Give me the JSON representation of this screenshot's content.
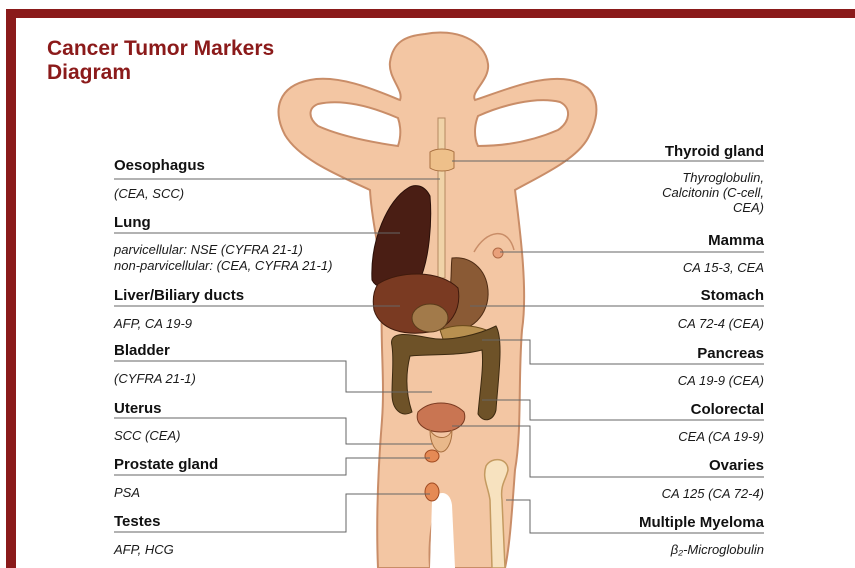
{
  "title": "Cancer Tumor Markers\nDiagram",
  "left_markers": [
    {
      "organ": "Oesophagus",
      "markers": [
        "(CEA, SCC)"
      ]
    },
    {
      "organ": "Lung",
      "markers": [
        "parvicellular: NSE (CYFRA 21-1)",
        "non-parvicellular: (CEA, CYFRA 21-1)"
      ]
    },
    {
      "organ": "Liver/Biliary ducts",
      "markers": [
        "AFP, CA 19-9"
      ]
    },
    {
      "organ": "Bladder",
      "markers": [
        "(CYFRA 21-1)"
      ]
    },
    {
      "organ": "Uterus",
      "markers": [
        "SCC (CEA)"
      ]
    },
    {
      "organ": "Prostate gland",
      "markers": [
        "PSA"
      ]
    },
    {
      "organ": "Testes",
      "markers": [
        "AFP, HCG"
      ]
    }
  ],
  "right_markers": [
    {
      "organ": "Thyroid gland",
      "markers": [
        "Thyroglobulin,",
        "Calcitonin (C-cell,",
        "CEA)"
      ]
    },
    {
      "organ": "Mamma",
      "markers": [
        "CA 15-3, CEA"
      ]
    },
    {
      "organ": "Stomach",
      "markers": [
        "CA 72-4 (CEA)"
      ]
    },
    {
      "organ": "Pancreas",
      "markers": [
        "CA 19-9 (CEA)"
      ]
    },
    {
      "organ": "Colorectal",
      "markers": [
        "CEA (CA 19-9)"
      ]
    },
    {
      "organ": "Ovaries",
      "markers": [
        "CA 125 (CA 72-4)"
      ]
    },
    {
      "organ": "Multiple Myeloma",
      "markers": [
        "β₂-Microglobulin"
      ]
    }
  ],
  "colors": {
    "frame": "#8a1a1a",
    "title": "#8b1a1a",
    "skin": "#f3c6a3",
    "lung": "#4a1e14",
    "liver": "#7a3a22",
    "intestine": "#6e5228"
  }
}
